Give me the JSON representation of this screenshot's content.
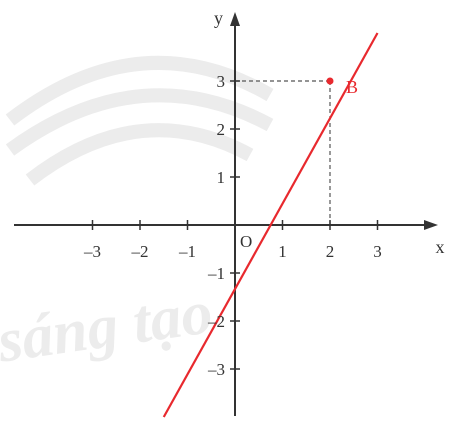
{
  "colors": {
    "line": "#e8292e",
    "axis": "#333333",
    "guide": "#555555",
    "watermark": "#ececec"
  },
  "watermark_text": "sáng tạo",
  "chart_data": {
    "type": "line",
    "series": [
      {
        "x": [
          -1.5,
          3
        ],
        "y": [
          -4,
          4
        ]
      }
    ],
    "points": [
      {
        "label": "B",
        "x": 2,
        "y": 3,
        "guides": true
      }
    ],
    "origin_label": "O",
    "xlabel": "x",
    "ylabel": "y",
    "xticks": [
      -3,
      -2,
      -1,
      1,
      2,
      3
    ],
    "yticks": [
      3,
      2,
      1,
      -1,
      -2,
      -3
    ],
    "xtick_labels": [
      "–3",
      "–2",
      "–1",
      "1",
      "2",
      "3"
    ],
    "ytick_labels": [
      "3",
      "2",
      "1",
      "–1",
      "–2",
      "–3"
    ],
    "xlim": [
      -4.5,
      4.3
    ],
    "ylim": [
      -4.1,
      4.4
    ],
    "grid": false
  }
}
